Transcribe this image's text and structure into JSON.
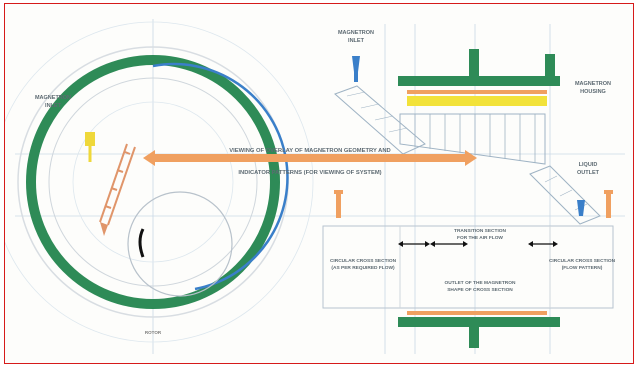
{
  "labels": {
    "magnetron_inlet": [
      "MAGNETRON",
      "INLET"
    ],
    "magnetron_outlet": [
      "LIQUID",
      "OUTLET"
    ],
    "left_label": [
      "MAGNETRON",
      "INLET"
    ],
    "right_label": [
      "MAGNETRON",
      "HOUSING"
    ],
    "main_arrow_line1": "VIEWING OF OVERLAY OF MAGNETRON GEOMETRY AND",
    "main_arrow_line2": "INDICATOR PATTERNS (FOR VIEWING OF SYSTEM)",
    "center_top_line1": "TRANSITION SECTION",
    "center_top_line2": "FOR THE AIR FLOW",
    "left_box_line1": "CIRCULAR CROSS SECTION",
    "left_box_line2": "(AS PER REQUIRED FLOW)",
    "right_box_line1": "CIRCULAR CROSS SECTION",
    "right_box_line2": "(FLOW PATTERN)",
    "bottom_center_line1": "OUTLET OF THE MAGNETRON",
    "bottom_center_line2": "SHAPE OF CROSS SECTION",
    "bottom_small": "ROTOR"
  },
  "colors": {
    "green": "#2e8b57",
    "orange": "#f0a060",
    "yellow": "#f2e23a",
    "blue": "#3a7fc9",
    "accent_red": "#d61a1a"
  }
}
